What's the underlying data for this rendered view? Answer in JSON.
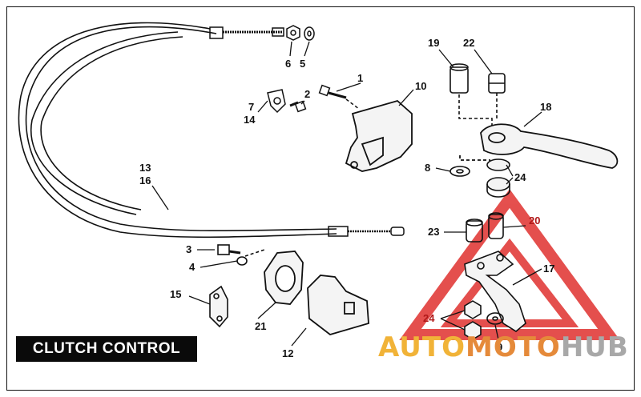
{
  "title": "CLUTCH CONTROL",
  "watermark": {
    "part1": "AUTO",
    "part2": "MOTO",
    "part3": "HUB",
    "colors": {
      "part1": "#f1b338",
      "part2": "#e58a3a",
      "part3": "#a8a8a8",
      "triangle": "#e0312f"
    }
  },
  "callouts": {
    "c1": "1",
    "c2": "2",
    "c3": "3",
    "c4": "4",
    "c5": "5",
    "c6": "6",
    "c7": "7",
    "c8": "8",
    "c9": "9",
    "c10": "10",
    "c12": "12",
    "c13": "13",
    "c14": "14",
    "c15": "15",
    "c16": "16",
    "c17": "17",
    "c18": "18",
    "c19": "19",
    "c20": "20",
    "c21": "21",
    "c22": "22",
    "c23": "23",
    "c24a": "24",
    "c24b": "24"
  }
}
